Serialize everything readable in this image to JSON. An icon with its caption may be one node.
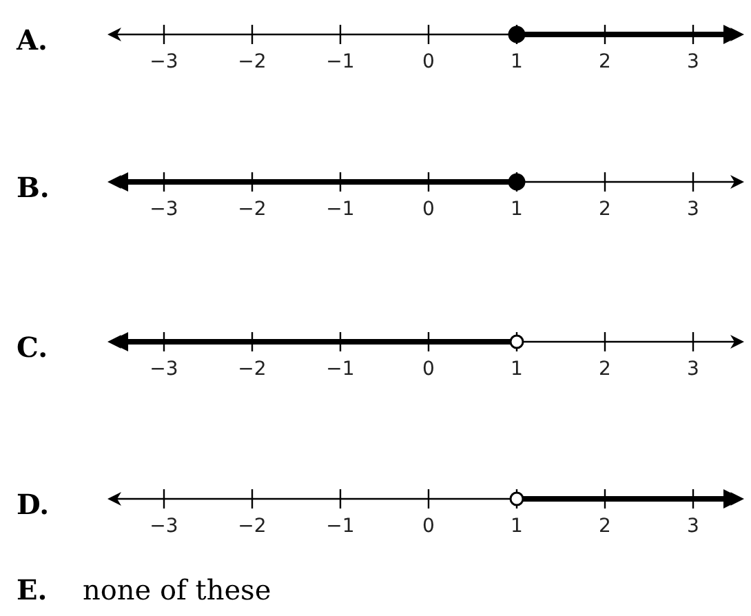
{
  "diagram": {
    "labels": [
      "A.",
      "−3",
      "−2",
      "−1",
      "0",
      "1",
      "2",
      "3",
      "B.",
      "−3",
      "−2",
      "−1",
      "0",
      "1",
      "2",
      "3",
      "C.",
      "−3",
      "−2",
      "−1",
      "0",
      "1",
      "2",
      "3",
      "D.",
      "−3",
      "−2",
      "−1",
      "0",
      "1",
      "2",
      "3",
      "E.",
      "none of these"
    ]
  }
}
